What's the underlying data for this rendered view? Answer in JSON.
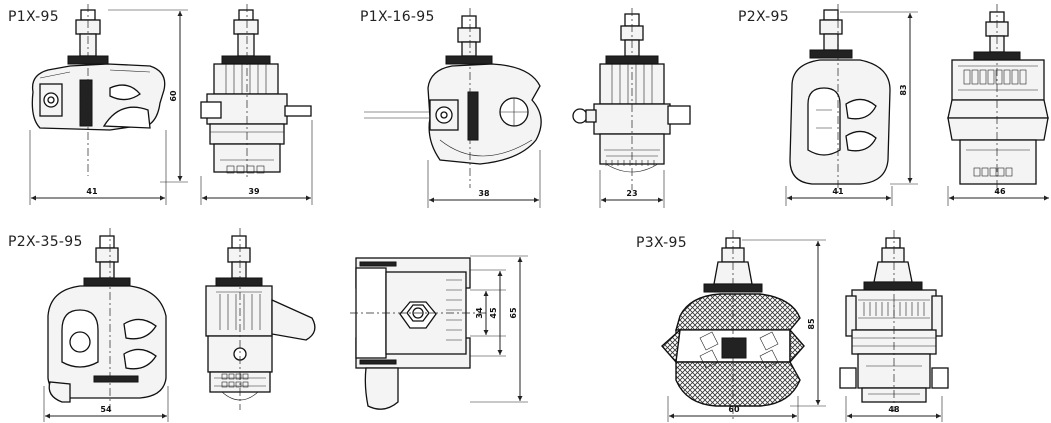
{
  "models": [
    {
      "name": "P1X-95",
      "dims": [
        "41",
        "60",
        "39"
      ]
    },
    {
      "name": "P1X-16-95",
      "dims": [
        "38",
        "23"
      ]
    },
    {
      "name": "P2X-95",
      "dims": [
        "41",
        "83",
        "46"
      ]
    },
    {
      "name": "P2X-35-95",
      "dims": [
        "54",
        "34",
        "45",
        "65"
      ]
    },
    {
      "name": "P3X-95",
      "dims": [
        "60",
        "85",
        "48"
      ]
    }
  ]
}
